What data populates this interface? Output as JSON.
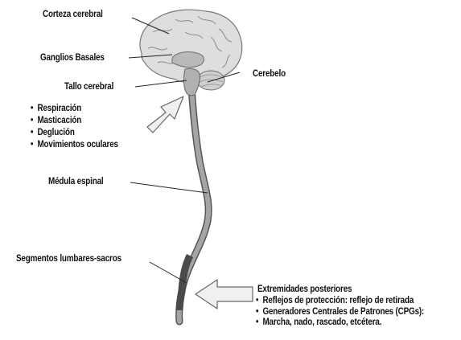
{
  "labels": {
    "corteza": "Corteza cerebral",
    "ganglios": "Ganglios Basales",
    "tallo": "Tallo cerebral",
    "cerebelo": "Cerebelo",
    "medula": "Médula espinal",
    "segmentos": "Segmentos lumbares-sacros"
  },
  "tallo_functions": [
    "Respiración",
    "Masticación",
    "Deglución",
    "Movimientos oculares"
  ],
  "extremidades": {
    "title": "Extremidades posteriores",
    "items": [
      "Reflejos de protección: reflejo de retirada",
      "Generadores Centrales de Patrones (CPGs):",
      "Marcha, nado, rascado, etcétera."
    ]
  },
  "colors": {
    "cord": "#9a9a9a",
    "cord_dark": "#555555",
    "lumbar": "#4a4a4a",
    "brain": "#dcdcdc",
    "arrow_fill": "#f0f0f0",
    "arrow_stroke": "#666666"
  }
}
